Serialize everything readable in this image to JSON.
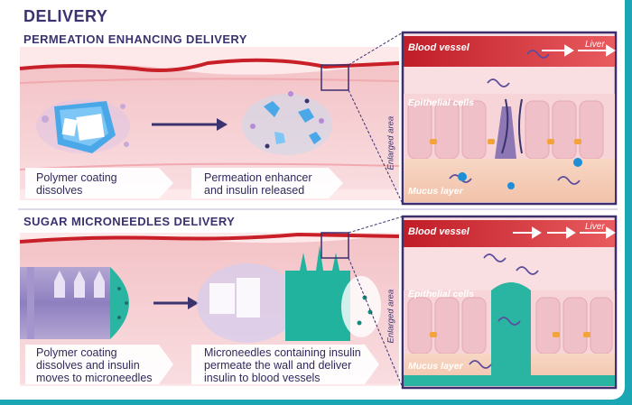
{
  "title": "DELIVERY",
  "sections": [
    {
      "title": "PERMEATION ENHANCING DELIVERY",
      "steps": [
        [
          "Polymer coating",
          "dissolves"
        ],
        [
          "Permeation enhancer",
          "and insulin released"
        ]
      ],
      "inset": {
        "blood_vessel": "Blood vessel",
        "liver": "Liver",
        "epithelial": "Epithelial cells",
        "mucus": "Mucus layer",
        "enlarged": "Enlarged area"
      }
    },
    {
      "title": "SUGAR MICRONEEDLES DELIVERY",
      "steps": [
        [
          "Polymer coating",
          "dissolves and insulin",
          "moves to microneedles"
        ],
        [
          "Microneedles containing insulin",
          "permeate the wall and deliver",
          "insulin to blood vessels"
        ]
      ],
      "inset": {
        "blood_vessel": "Blood vessel",
        "liver": "Liver",
        "epithelial": "Epithelial cells",
        "mucus": "Mucus layer",
        "enlarged": "Enlarged area"
      }
    }
  ],
  "colors": {
    "accent_teal": "#1aa7b3",
    "title_purple": "#3a3370",
    "vessel_red": "#d7262b",
    "tissue_pink": "#f6c9cc",
    "inset_border": "#3d2f6e"
  }
}
